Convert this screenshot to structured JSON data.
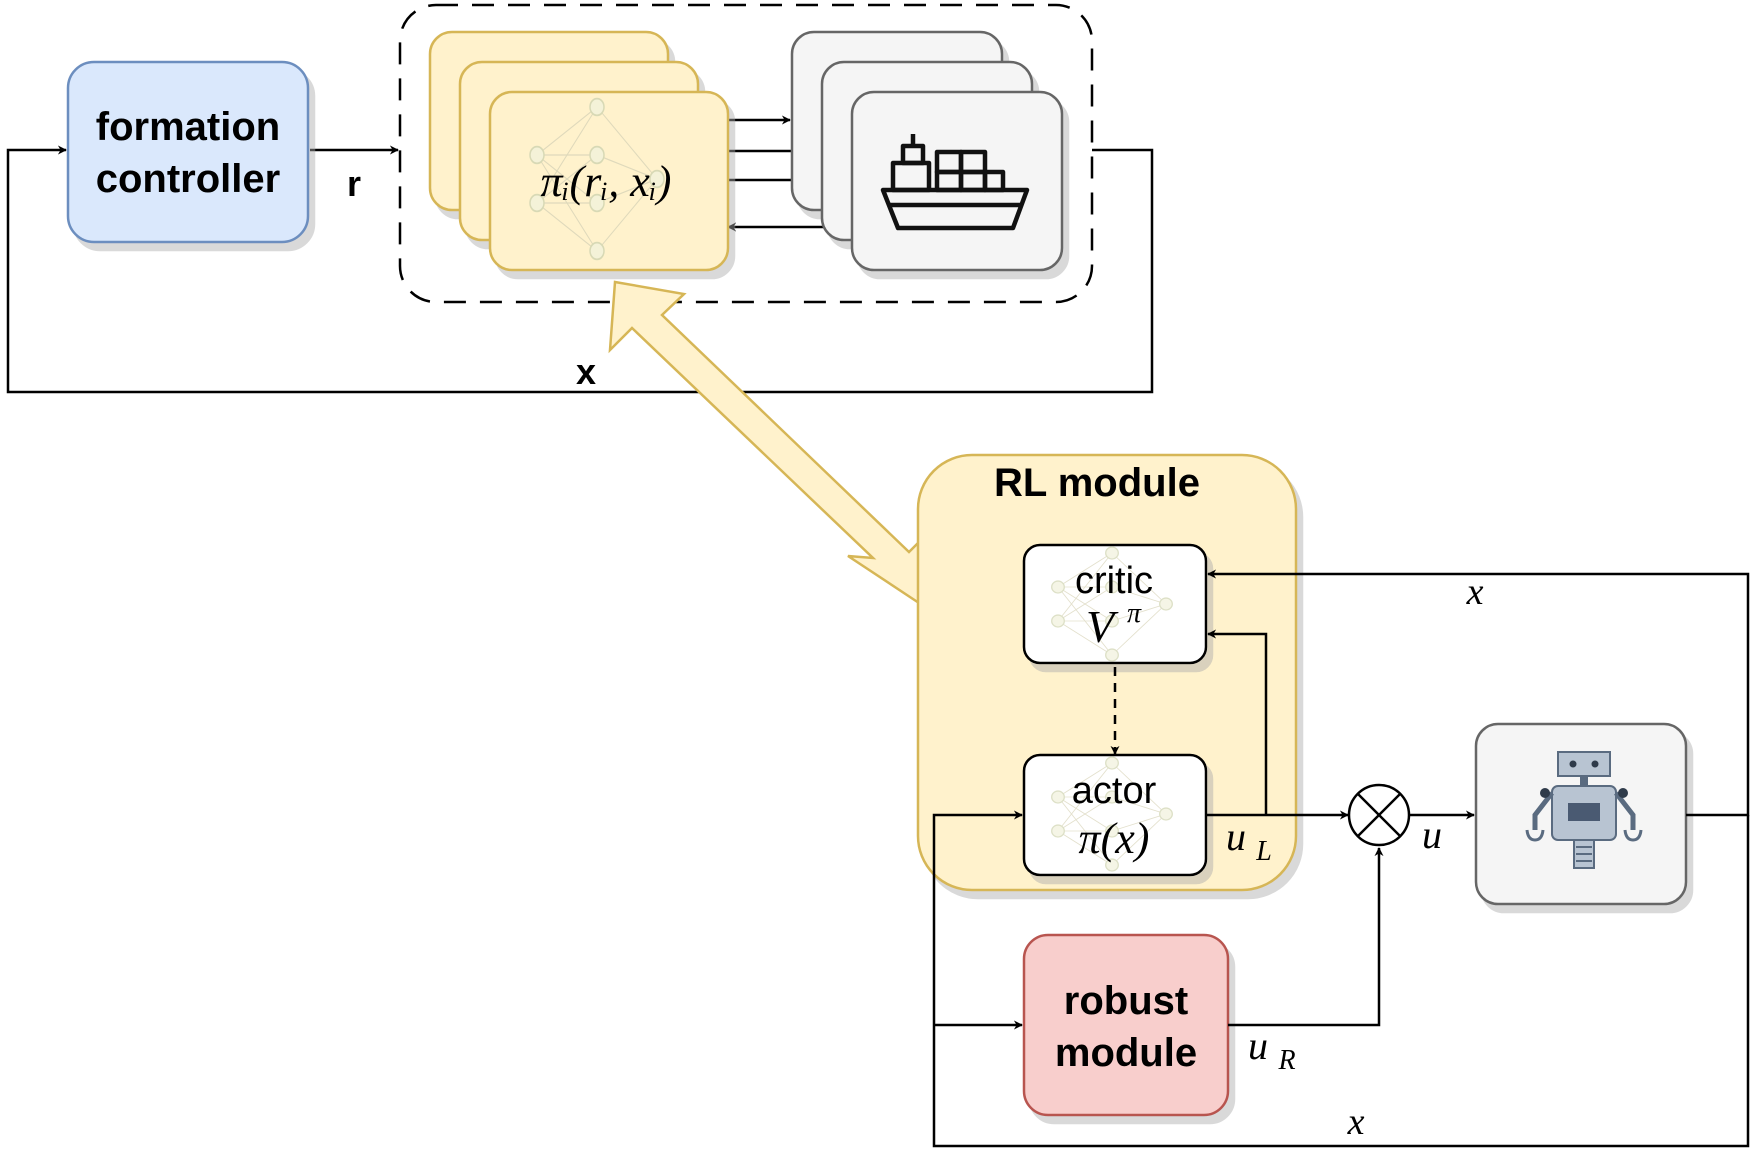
{
  "formation_controller": {
    "line1": "formation",
    "line2": "controller",
    "fill": "#dae8fc",
    "stroke": "#6c8ebf"
  },
  "policy": {
    "label": "πᵢ(rᵢ, xᵢ)",
    "fill": "#fff2cc",
    "stroke": "#d6b656"
  },
  "ship": {
    "icon": "container-ship-icon"
  },
  "rl_module": {
    "title": "RL module",
    "fill": "#fff2cc",
    "stroke": "#d6b656"
  },
  "critic": {
    "line1": "critic",
    "line2": "V^π"
  },
  "actor": {
    "line1": "actor",
    "line2": "π(x)"
  },
  "robust_module": {
    "line1": "robust",
    "line2": "module",
    "fill": "#f8cecc",
    "stroke": "#b85450"
  },
  "robot": {
    "icon": "robot-icon"
  },
  "signals": {
    "r": "r",
    "x_bold": "x",
    "x_critic": "x",
    "x_bottom": "x",
    "u": "u",
    "u_L": "u",
    "u_L_sub": "L",
    "u_R": "u",
    "u_R_sub": "R",
    "critic_sup": "π"
  }
}
